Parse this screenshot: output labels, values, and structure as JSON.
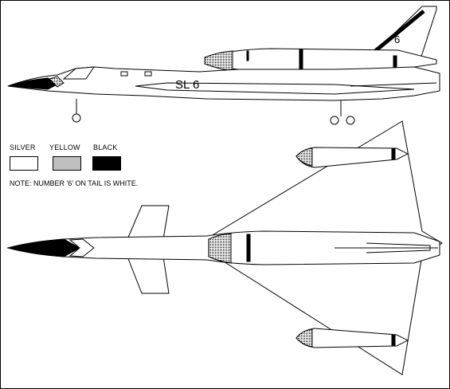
{
  "aircraft": {
    "registration": "SL 6",
    "tail_number": "6"
  },
  "legend": {
    "items": [
      {
        "label": "SILVER",
        "color": "#ffffff",
        "pattern": "plain"
      },
      {
        "label": "YELLOW",
        "color": "#d8d8d8",
        "pattern": "dotted"
      },
      {
        "label": "BLACK",
        "color": "#000000",
        "pattern": "solid"
      }
    ]
  },
  "note": "NOTE: NUMBER '6' ON TAIL IS WHITE."
}
